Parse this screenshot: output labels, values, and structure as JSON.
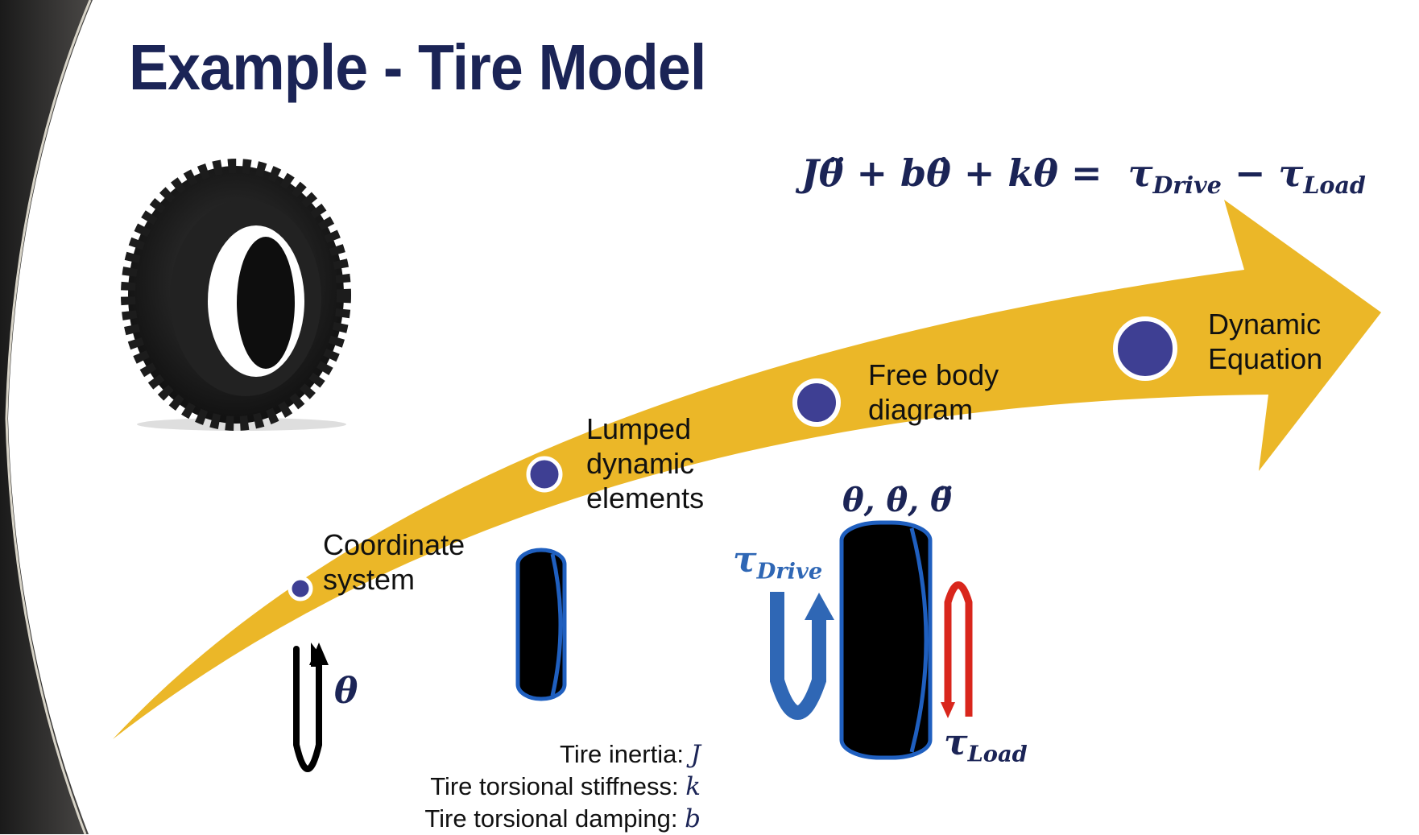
{
  "slide": {
    "title": "Example - Tire Model"
  },
  "equation": {
    "lhs": "Jθ̈ + bθ̇ + kθ =",
    "tau": "τ",
    "drive_sub": "Drive",
    "minus": " − ",
    "load_sub": "Load"
  },
  "steps": [
    {
      "line1": "Coordinate",
      "line2": "system",
      "line3": ""
    },
    {
      "line1": "Lumped",
      "line2": "dynamic",
      "line3": "elements"
    },
    {
      "line1": "Free body",
      "line2": "diagram",
      "line3": ""
    },
    {
      "line1": "Dynamic",
      "line2": "Equation",
      "line3": ""
    }
  ],
  "coordinate_label": "θ",
  "fbd": {
    "state_label": "θ, θ̇, θ̈",
    "tau": "τ",
    "drive_sub": "Drive",
    "load_sub": "Load"
  },
  "properties": [
    {
      "label": "Tire inertia: ",
      "symbol": "J"
    },
    {
      "label": "Tire torsional stiffness: ",
      "symbol": "k"
    },
    {
      "label": "Tire torsional damping: ",
      "symbol": "b"
    }
  ],
  "colors": {
    "arrow": "#ebb728",
    "title": "#1b2456",
    "dot": "#3e3f93",
    "dot_ring": "#ffffff",
    "wheel": "#000000",
    "wheel_edge": "#1f5fbf",
    "drive_arrow": "#2f67b5",
    "load_arrow": "#d9261c",
    "frame_dark": "#2c2b2a"
  },
  "icons": {
    "tire_photo": "tire-icon",
    "coordinate": "rotation-arrow-icon"
  }
}
